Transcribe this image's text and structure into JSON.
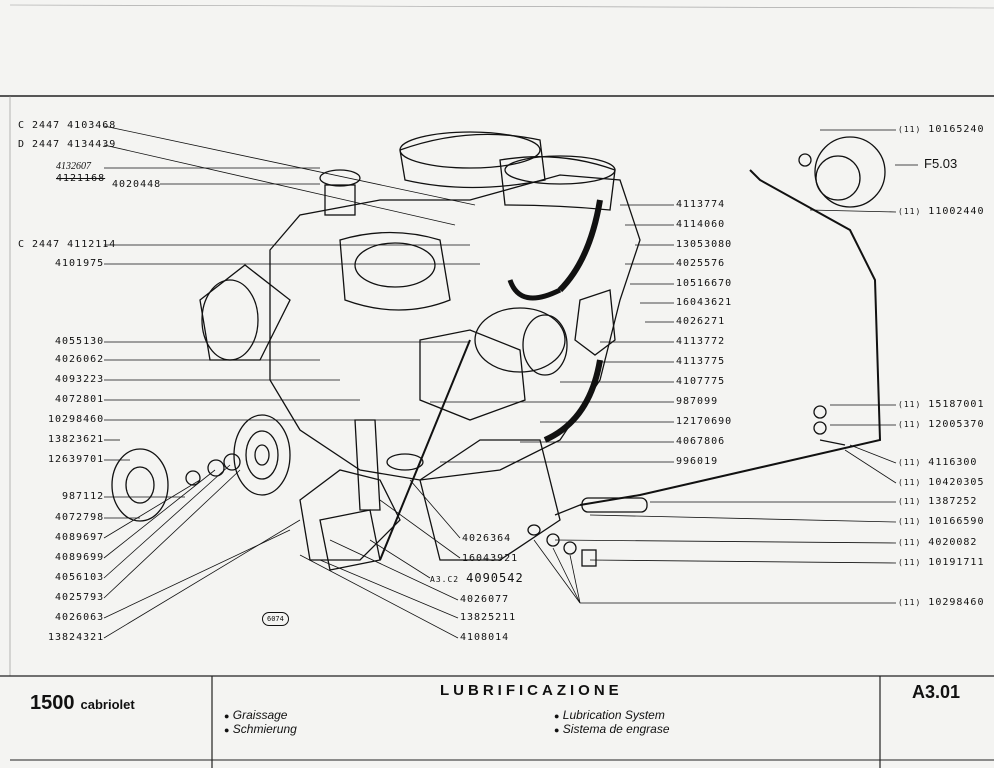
{
  "labels_left": [
    {
      "prefix": "C 2447",
      "code": "4103468"
    },
    {
      "prefix": "D 2447",
      "code": "4134439"
    },
    {
      "handwritten": "4132607",
      "struck": "4121168",
      "code": "4020448"
    },
    {
      "prefix": "C 2447",
      "code": "4112114"
    },
    {
      "prefix": "",
      "code": "4101975"
    },
    {
      "prefix": "",
      "code": "4055130"
    },
    {
      "prefix": "",
      "code": "4026062"
    },
    {
      "prefix": "",
      "code": "4093223"
    },
    {
      "prefix": "",
      "code": "4072801"
    },
    {
      "prefix": "",
      "code": "10298460"
    },
    {
      "prefix": "",
      "code": "13823621"
    },
    {
      "prefix": "",
      "code": "12639701"
    },
    {
      "prefix": "",
      "code": "987112"
    },
    {
      "prefix": "",
      "code": "4072798"
    },
    {
      "prefix": "",
      "code": "4089697"
    },
    {
      "prefix": "",
      "code": "4089699"
    },
    {
      "prefix": "",
      "code": "4056103"
    },
    {
      "prefix": "",
      "code": "4025793"
    },
    {
      "prefix": "",
      "code": "4026063"
    },
    {
      "prefix": "",
      "code": "13824321"
    }
  ],
  "labels_mid": [
    "4113774",
    "4114060",
    "13053080",
    "4025576",
    "10516670",
    "16043621",
    "4026271",
    "4113772",
    "4113775",
    "4107775",
    "987099",
    "12170690",
    "4067806",
    "996019"
  ],
  "labels_bottom": [
    {
      "prefix": "",
      "code": "4026364"
    },
    {
      "prefix": "",
      "code": "16043921"
    },
    {
      "prefix": "A3.C2",
      "code": "4090542"
    },
    {
      "prefix": "",
      "code": "4026077"
    },
    {
      "prefix": "",
      "code": "13825211"
    },
    {
      "prefix": "",
      "code": "4108014"
    }
  ],
  "labels_right": [
    {
      "prefix": "(11)",
      "code": "10165240"
    },
    {
      "prefix": "(11)",
      "code": "11002440"
    },
    {
      "prefix": "(11)",
      "code": "15187001"
    },
    {
      "prefix": "(11)",
      "code": "12005370"
    },
    {
      "prefix": "(11)",
      "code": "4116300"
    },
    {
      "prefix": "(11)",
      "code": "10420305"
    },
    {
      "prefix": "(11)",
      "code": "1387252"
    },
    {
      "prefix": "(11)",
      "code": "10166590"
    },
    {
      "prefix": "(11)",
      "code": "4020082"
    },
    {
      "prefix": "(11)",
      "code": "10191711"
    },
    {
      "prefix": "(11)",
      "code": "10298460"
    }
  ],
  "ref_tag": "F5.03",
  "figure_number": "6074",
  "footer": {
    "model": "1500",
    "model_variant": "cabriolet",
    "title": "LUBRIFICAZIONE",
    "page_code": "A3.01",
    "lang_fr": "Graissage",
    "lang_de": "Schmierung",
    "lang_en": "Lubrication System",
    "lang_es": "Sistema de engrase",
    "bullet": "●"
  }
}
